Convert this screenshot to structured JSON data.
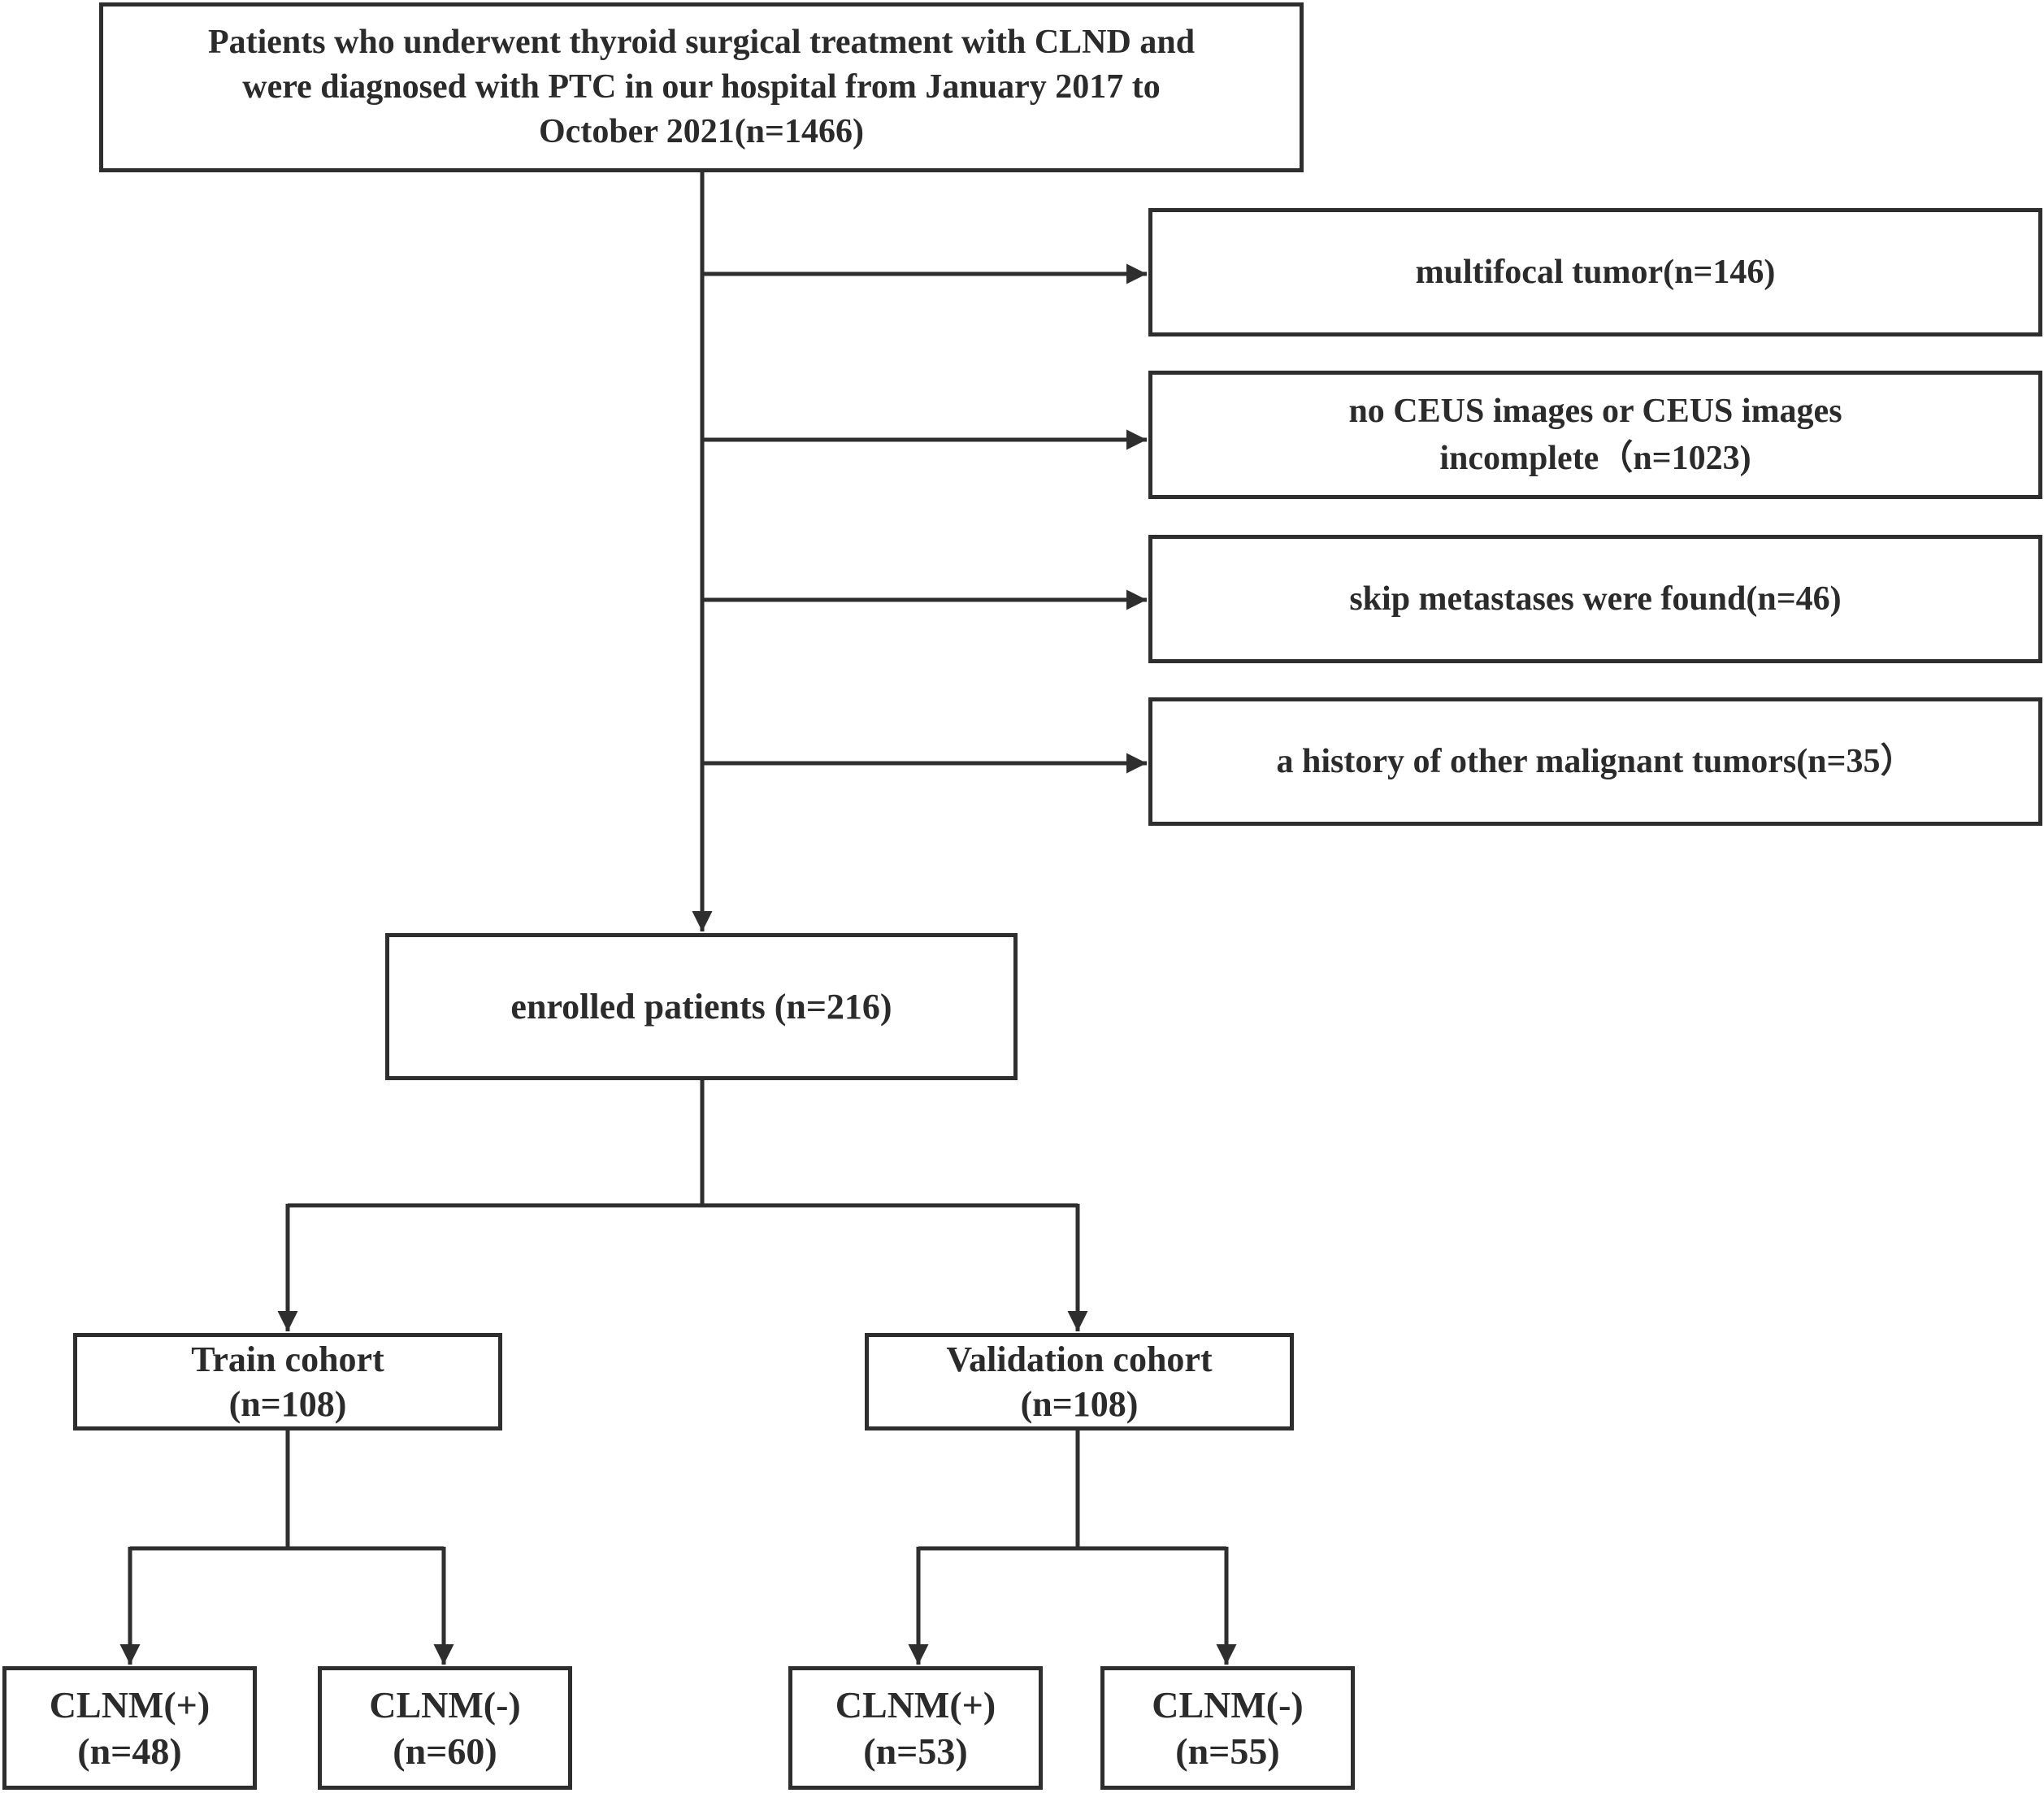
{
  "flowchart": {
    "start": {
      "lines": [
        "Patients who underwent thyroid surgical treatment with CLND and",
        "were diagnosed with PTC in our hospital from January 2017 to",
        "October 2021(n=1466)"
      ]
    },
    "exclusions": [
      {
        "lines": [
          "multifocal tumor(n=146)"
        ]
      },
      {
        "lines": [
          "no CEUS images or CEUS images",
          "incomplete（n=1023)"
        ]
      },
      {
        "lines": [
          "skip metastases were found(n=46)"
        ]
      },
      {
        "lines": [
          "a history of other malignant tumors(n=35）"
        ]
      }
    ],
    "enrolled": {
      "lines": [
        "enrolled patients (n=216)"
      ]
    },
    "cohorts": [
      {
        "lines": [
          "Train cohort",
          "(n=108)"
        ],
        "groups": [
          {
            "lines": [
              "CLNM(+)",
              "(n=48)"
            ]
          },
          {
            "lines": [
              "CLNM(-)",
              "(n=60)"
            ]
          }
        ]
      },
      {
        "lines": [
          "Validation cohort",
          "(n=108)"
        ],
        "groups": [
          {
            "lines": [
              "CLNM(+)",
              "(n=53)"
            ]
          },
          {
            "lines": [
              "CLNM(-)",
              "(n=55)"
            ]
          }
        ]
      }
    ]
  },
  "colors": {
    "line": "#2e2e2e",
    "text": "#2b2b2b",
    "background": "#ffffff"
  }
}
